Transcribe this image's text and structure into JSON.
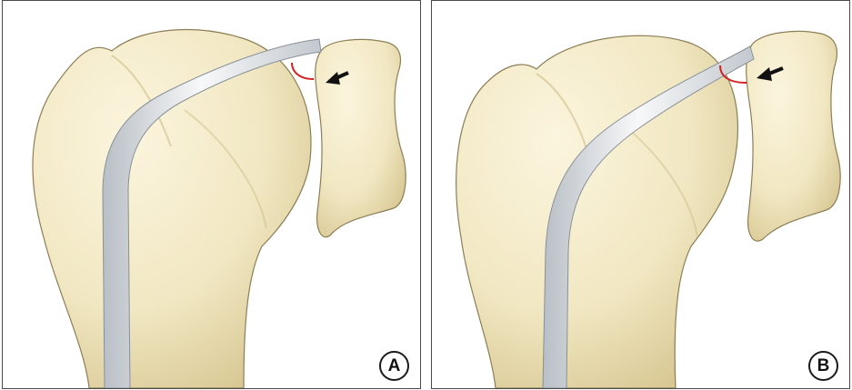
{
  "figure": {
    "panels": [
      {
        "id": "panel-a",
        "label": "A",
        "variant": "narrow-gap"
      },
      {
        "id": "panel-b",
        "label": "B",
        "variant": "wide-gap"
      }
    ]
  },
  "colors": {
    "bone_fill": "#f1e7c2",
    "bone_shade": "#d8c894",
    "bone_outline": "#8c7e55",
    "tendon_fill": "#eceef0",
    "tendon_shade": "#b9bfc6",
    "gap_marker": "#d42323",
    "arrow": "#111111",
    "frame": "#4a4a4a"
  },
  "icons": {
    "pointer": "arrow-left-icon"
  }
}
